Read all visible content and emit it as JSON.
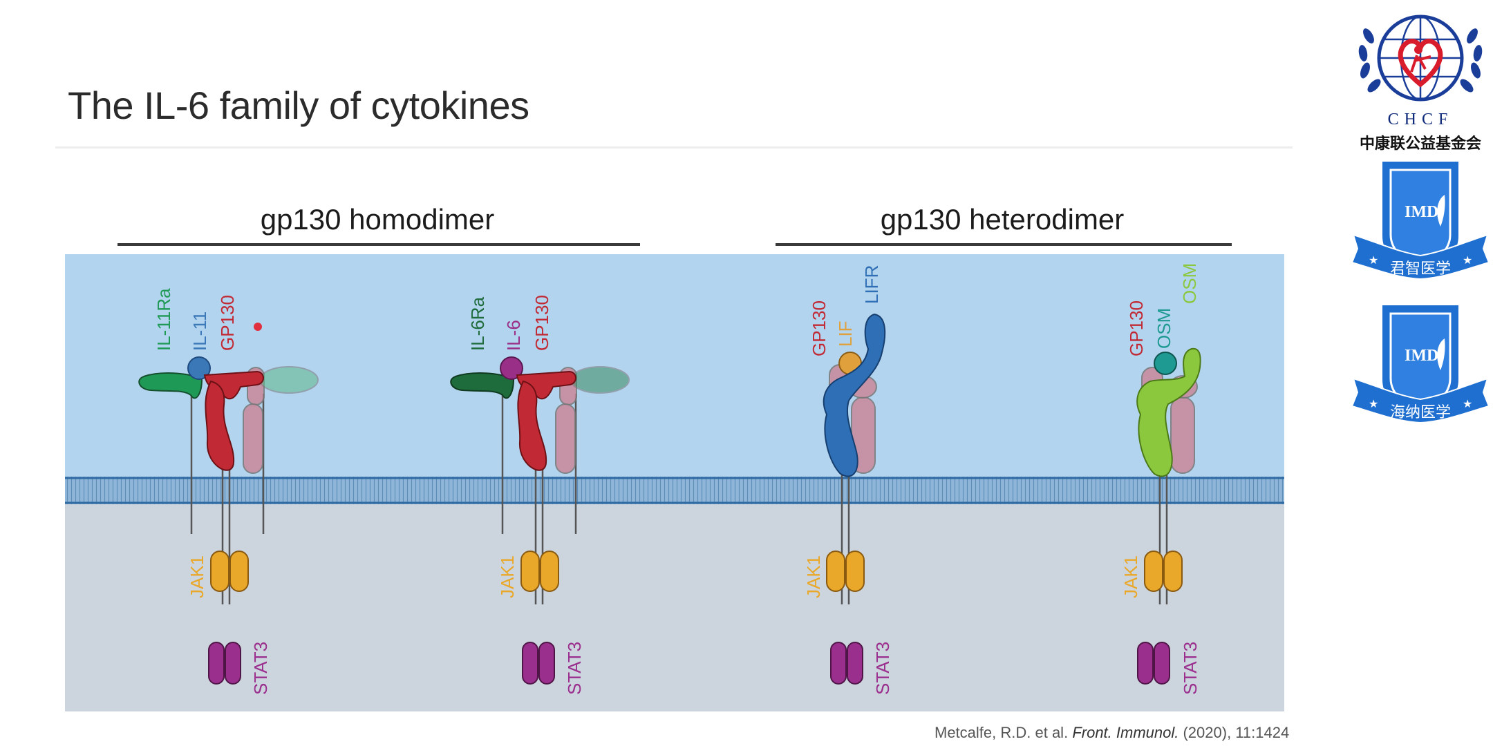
{
  "slide": {
    "title": "The IL-6 family of cytokines"
  },
  "groups": {
    "homodimer": {
      "label": "gp130 homodimer"
    },
    "heterodimer": {
      "label": "gp130 heterodimer"
    }
  },
  "complexes": [
    {
      "labels": [
        "IL-11Ra",
        "IL-11",
        "GP130"
      ],
      "jak": "JAK1",
      "stat": "STAT3"
    },
    {
      "labels": [
        "IL-6Ra",
        "IL-6",
        "GP130"
      ],
      "jak": "JAK1",
      "stat": "STAT3"
    },
    {
      "labels": [
        "GP130",
        "LIF",
        "LIFR"
      ],
      "jak": "JAK1",
      "stat": "STAT3"
    },
    {
      "labels": [
        "GP130",
        "OSM",
        "OSM"
      ],
      "jak": "JAK1",
      "stat": "STAT3"
    }
  ],
  "colors": {
    "extracellular": "#b3d4ee",
    "membrane": "#7ea9cf",
    "intracellular": "#ccd5de",
    "gp130": "#c12a34",
    "gp130_light": "#c9879a",
    "il11ra": "#1f9a56",
    "il6ra": "#1e6b3c",
    "il11": "#3b78b8",
    "il6": "#9a2f88",
    "lifr": "#2f6fb5",
    "lif": "#e0a03c",
    "osmr": "#8cc83e",
    "osm": "#1e9a92",
    "jak": "#e9a82a",
    "stat": "#9b2f8e",
    "logo_blue": "#1f6fd0",
    "logo_navy": "#0f2a7a"
  },
  "logos": {
    "chcf_abbr": "CHCF",
    "chcf_name": "中康联公益基金会",
    "badge1_abbr": "IMD",
    "badge1_ribbon": "君智医学",
    "badge2_abbr": "IMD",
    "badge2_ribbon": "海纳医学"
  },
  "citation": {
    "authors": "Metcalfe, R.D. et al.",
    "journal": "Front. Immunol.",
    "details": "(2020), 11:1424"
  }
}
